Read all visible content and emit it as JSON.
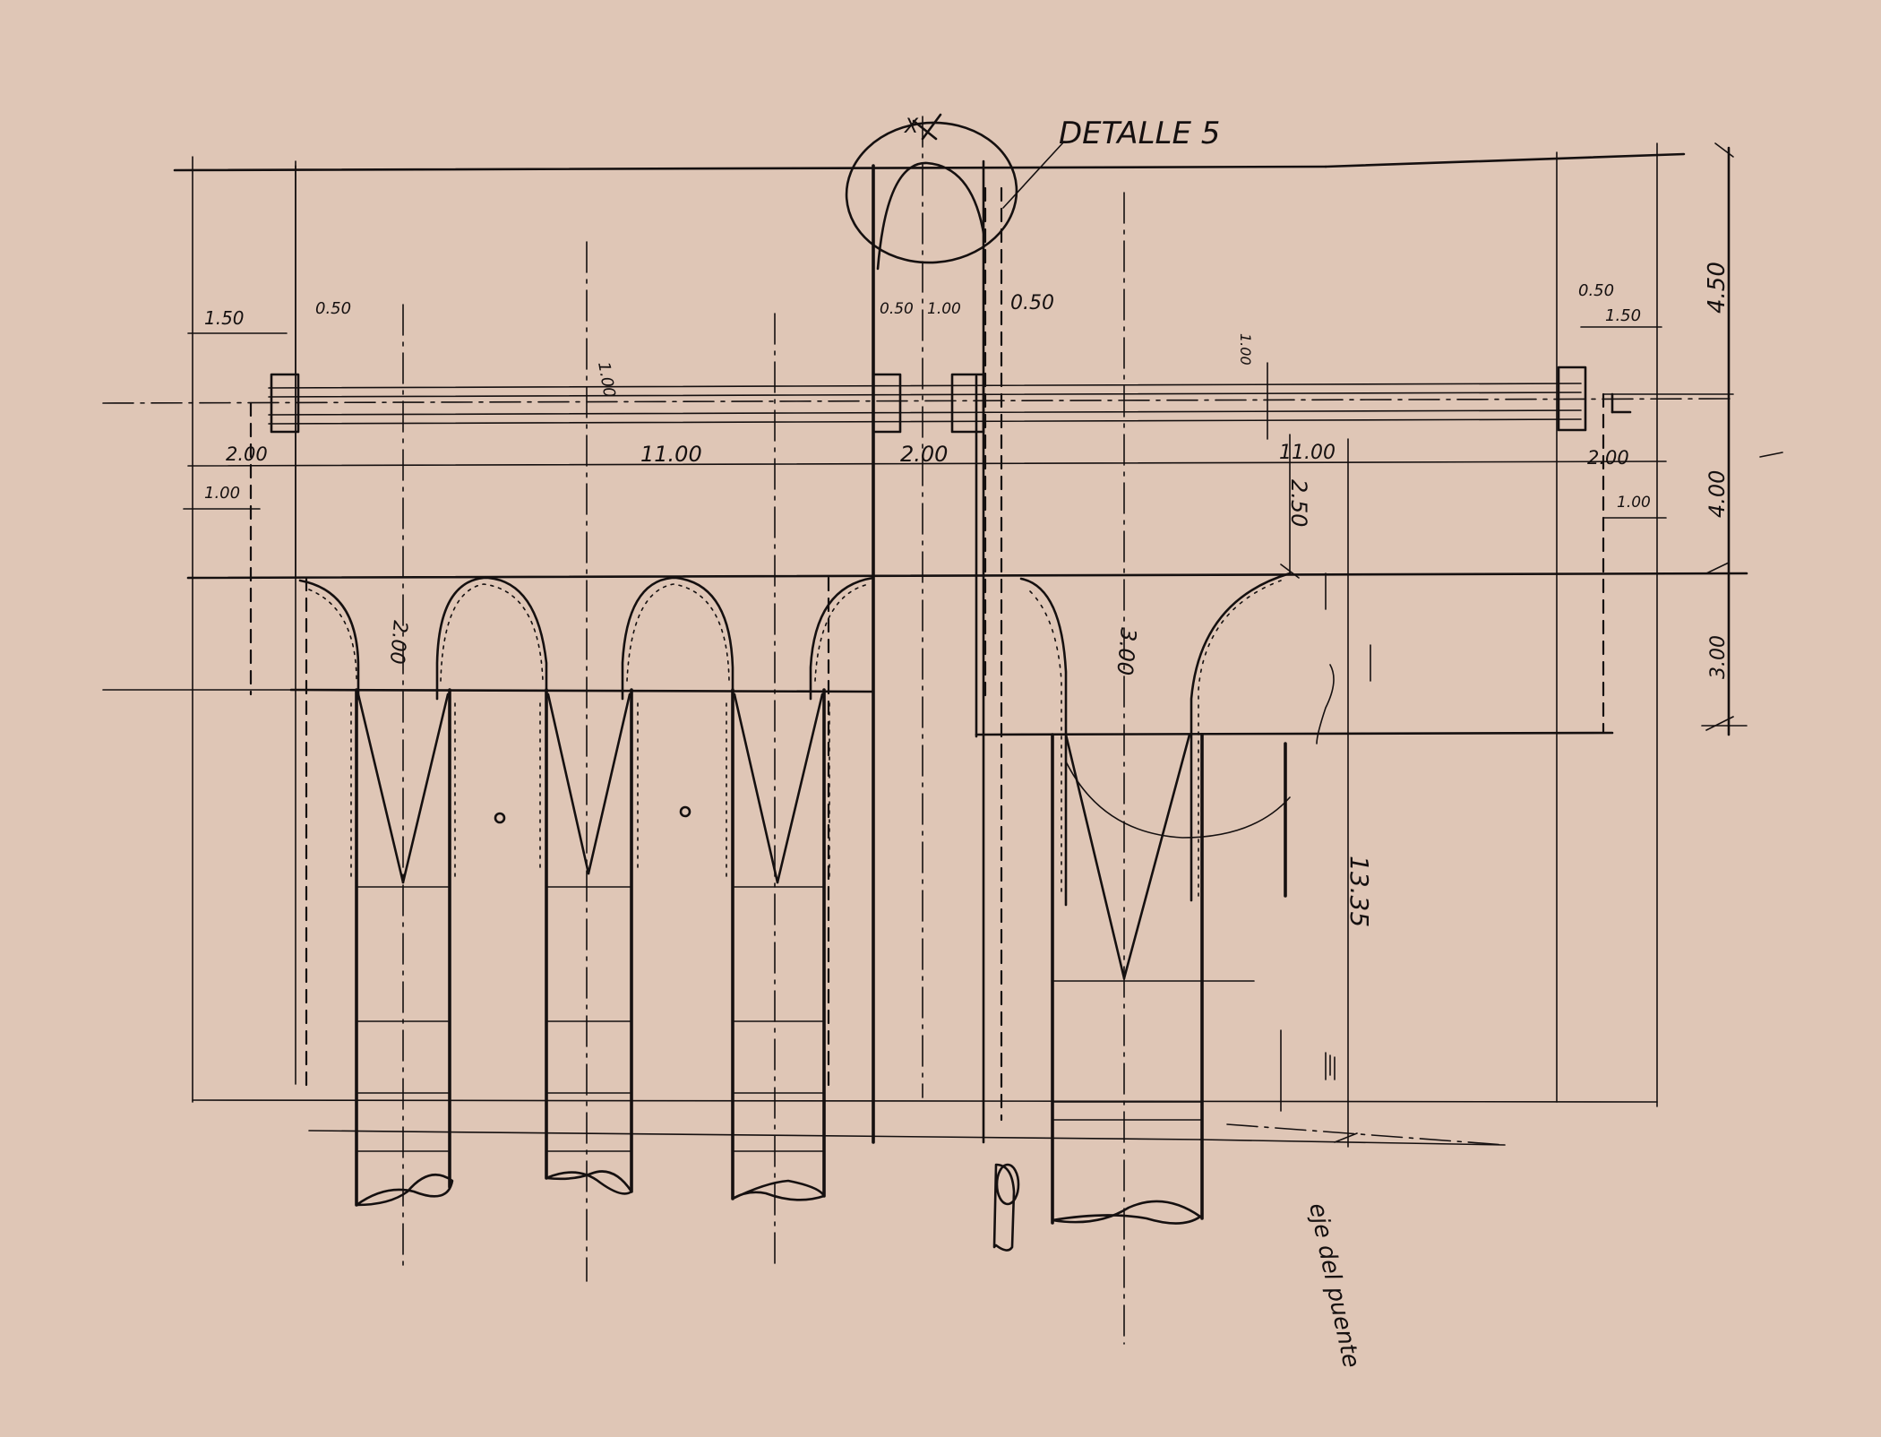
{
  "drawing": {
    "detail_label": "DETALLE 5",
    "marker": "X",
    "dims_top": {
      "left_150": "1.50",
      "left_050": "0.50",
      "center_050a": "0.50",
      "center_100": "1.00",
      "center_050b": "0.50",
      "right_050": "0.50",
      "right_150": "1.50",
      "col_100_left": "1.00",
      "col_100_right": "1.00"
    },
    "dims_mid": {
      "left_200": "2.00",
      "span_1100": "11.00",
      "center_200": "2.00",
      "right_1100": "11.00",
      "right_200": "2.00",
      "left_100": "1.00",
      "right_100": "1.00"
    },
    "dims_vertical": {
      "v_450": "4.50",
      "v_400": "4.00",
      "v_300": "3.00",
      "v_250": "2.50",
      "v_1335": "13.35"
    },
    "inner_labels": {
      "arch_small": "2.00",
      "arch_large": "3.00"
    },
    "note": "eje del puente"
  }
}
